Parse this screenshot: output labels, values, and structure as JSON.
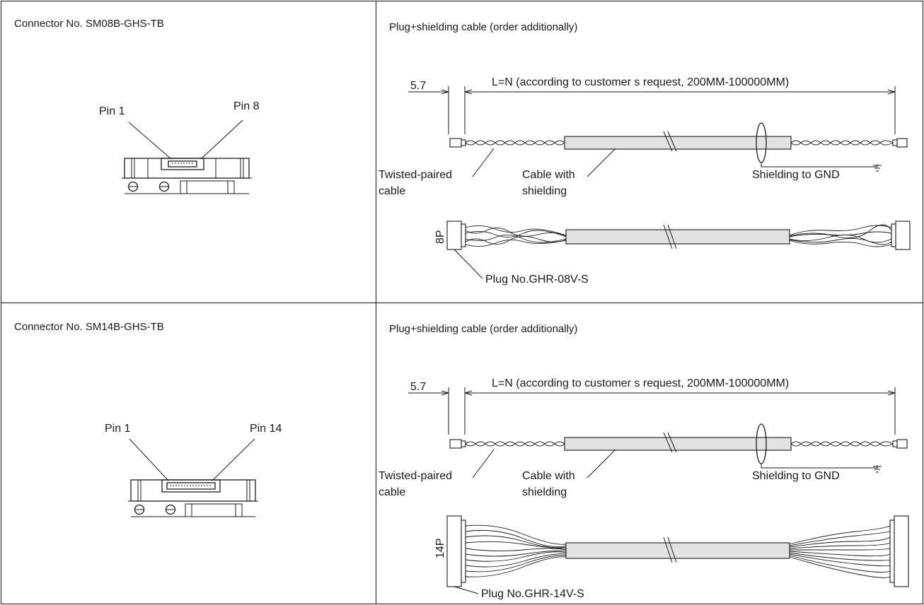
{
  "rows": [
    {
      "connector_title": "Connector No. SM08B-GHS-TB",
      "pin_first": "Pin 1",
      "pin_last": "Pin 8",
      "cable_title": "Plug+shielding cable (order additionally)",
      "dim_short": "5.7",
      "dim_length": "L=N (according to customer s request, 200MM-100000MM)",
      "twisted_label_1": "Twisted-paired",
      "twisted_label_2": "cable",
      "shield_label_1": "Cable with",
      "shield_label_2": "shielding",
      "gnd_label": "Shielding to GND",
      "pin_count": "8P",
      "plug_label": "Plug No.GHR-08V-S"
    },
    {
      "connector_title": "Connector No. SM14B-GHS-TB",
      "pin_first": "Pin 1",
      "pin_last": "Pin 14",
      "cable_title": "Plug+shielding cable (order additionally)",
      "dim_short": "5.7",
      "dim_length": "L=N (according to customer s request, 200MM-100000MM)",
      "twisted_label_1": "Twisted-paired",
      "twisted_label_2": "cable",
      "shield_label_1": "Cable with",
      "shield_label_2": "shielding",
      "gnd_label": "Shielding to GND",
      "pin_count": "14P",
      "plug_label": "Plug No.GHR-14V-S"
    }
  ]
}
